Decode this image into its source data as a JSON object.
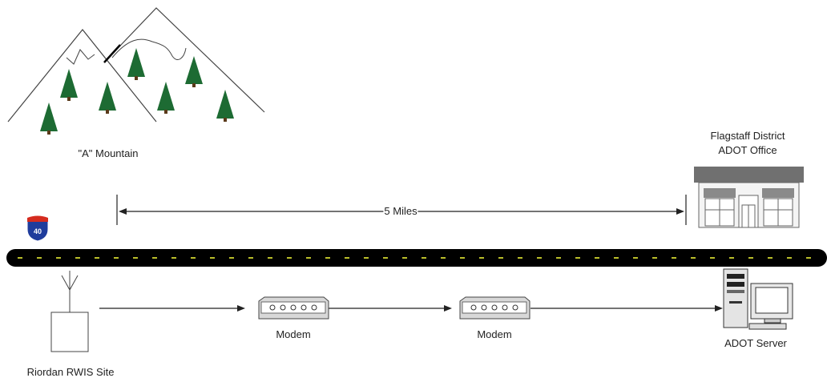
{
  "labels": {
    "mountain": "\"A\" Mountain",
    "office_line1": "Flagstaff District",
    "office_line2": "ADOT Office",
    "distance": "5 Miles",
    "modem_1": "Modem",
    "modem_2": "Modem",
    "server": "ADOT Server",
    "site": "Riordan RWIS Site"
  },
  "interstate_shield": {
    "number": "40",
    "colors": {
      "top": "#d52b1e",
      "body": "#1f3c9c",
      "text": "#ffffff"
    }
  },
  "colors": {
    "road": "#000000",
    "road_center_dashes": "#b9bd2a",
    "lines": "#333333",
    "trees": "#1d6b33",
    "building_roof": "#707070"
  },
  "icons": [
    "mountain-range",
    "pine-tree",
    "interstate-shield",
    "building-icon",
    "antenna-icon",
    "modem-icon",
    "computer-icon"
  ]
}
